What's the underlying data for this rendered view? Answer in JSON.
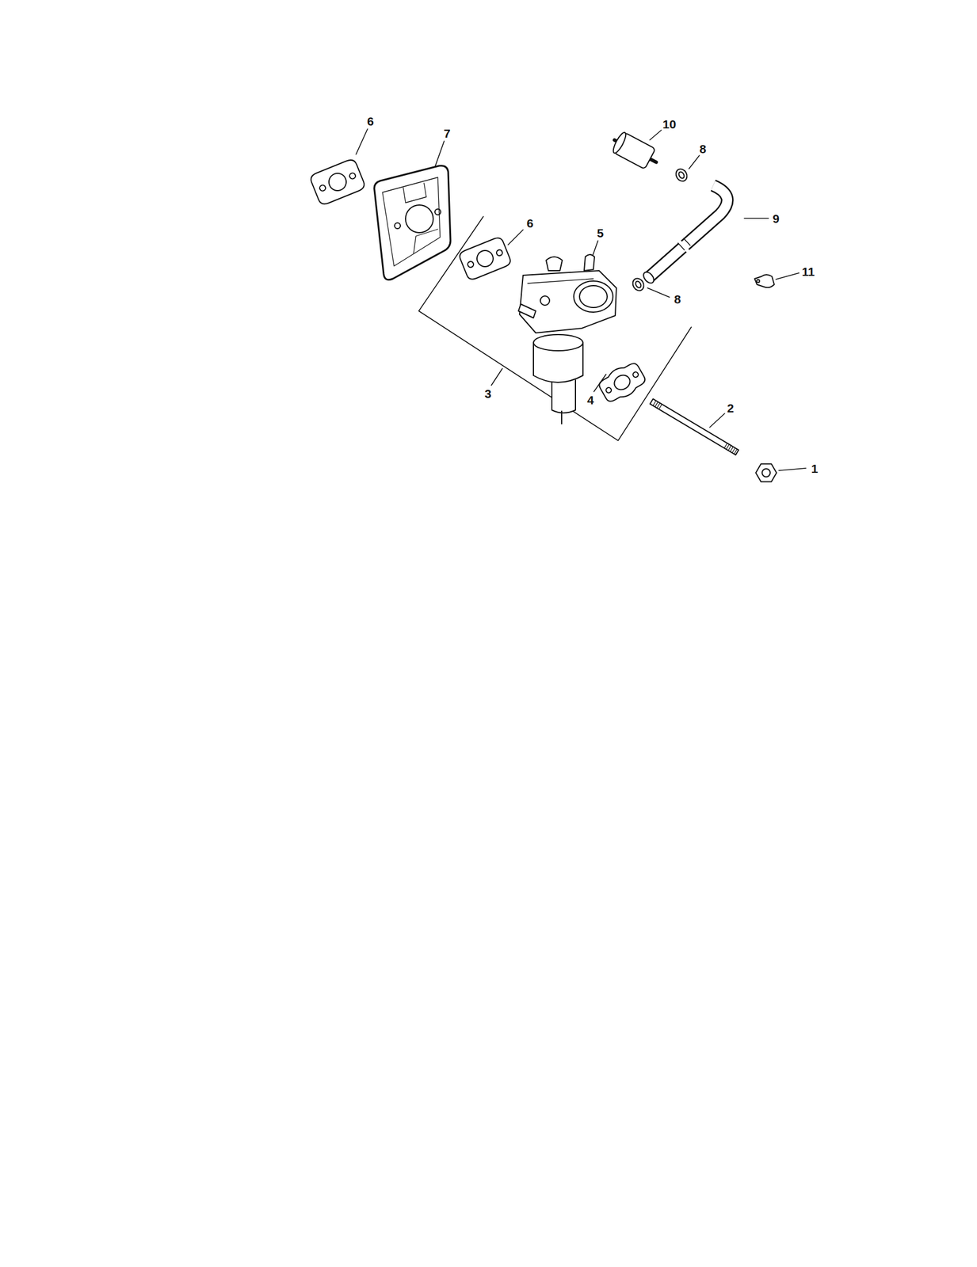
{
  "diagram": {
    "labels": [
      "6",
      "7",
      "10",
      "8",
      "9",
      "6",
      "5",
      "11",
      "8",
      "3",
      "4",
      "2",
      "1"
    ]
  }
}
